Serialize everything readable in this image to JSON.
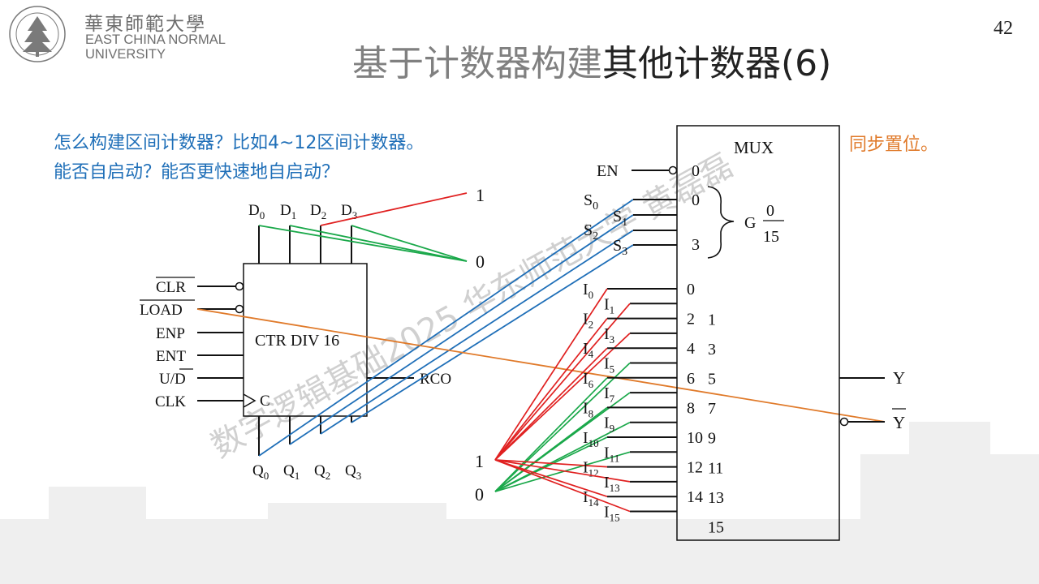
{
  "logo": {
    "cn": "華東師範大學",
    "en_line1": "EAST CHINA NORMAL",
    "en_line2": "UNIVERSITY"
  },
  "page_number": "42",
  "title": {
    "part1": "基于计数器构建",
    "part2": "其他计数器(6)"
  },
  "question_line1": "怎么构建区间计数器？比如4~12区间计数器。",
  "question_line2": "能否自启动？能否更快速地自启动？",
  "note": "同步置位。",
  "watermark": "数字逻辑基础2025 华东师范大学 黄磊磊",
  "counter": {
    "name": "CTR DIV 16",
    "inputs": {
      "clr": "CLR",
      "load": "LOAD",
      "enp": "ENP",
      "ent": "ENT",
      "ud_u": "U/",
      "ud_d": "D",
      "clk": "CLK"
    },
    "clock_label": "C",
    "rco": "RCO",
    "d_pins": [
      "D0",
      "D1",
      "D2",
      "D3"
    ],
    "q_pins": [
      "Q0",
      "Q1",
      "Q2",
      "Q3"
    ]
  },
  "const_top": {
    "one": "1",
    "zero": "0"
  },
  "const_bottom": {
    "one": "1",
    "zero": "0"
  },
  "mux": {
    "name": "MUX",
    "en": "EN",
    "en_num": "0",
    "sel_nums": [
      "0",
      "3"
    ],
    "sel_labels": [
      "S0",
      "S1",
      "S2",
      "S3"
    ],
    "group": "G",
    "group_top": "0",
    "group_bottom": "15",
    "data_labels": [
      "I0",
      "I1",
      "I2",
      "I3",
      "I4",
      "I5",
      "I6",
      "I7",
      "I8",
      "I9",
      "I10",
      "I11",
      "I12",
      "I13",
      "I14",
      "I15"
    ],
    "data_nums": [
      "0",
      "1",
      "2",
      "3",
      "4",
      "5",
      "6",
      "7",
      "8",
      "9",
      "10",
      "11",
      "12",
      "13",
      "14",
      "15"
    ],
    "out_y": "Y",
    "out_ybar": "Y"
  },
  "colors": {
    "red": "#e02020",
    "green": "#1aa84a",
    "blue": "#1f6fb8",
    "orange": "#e07a2a",
    "black": "#111111"
  }
}
